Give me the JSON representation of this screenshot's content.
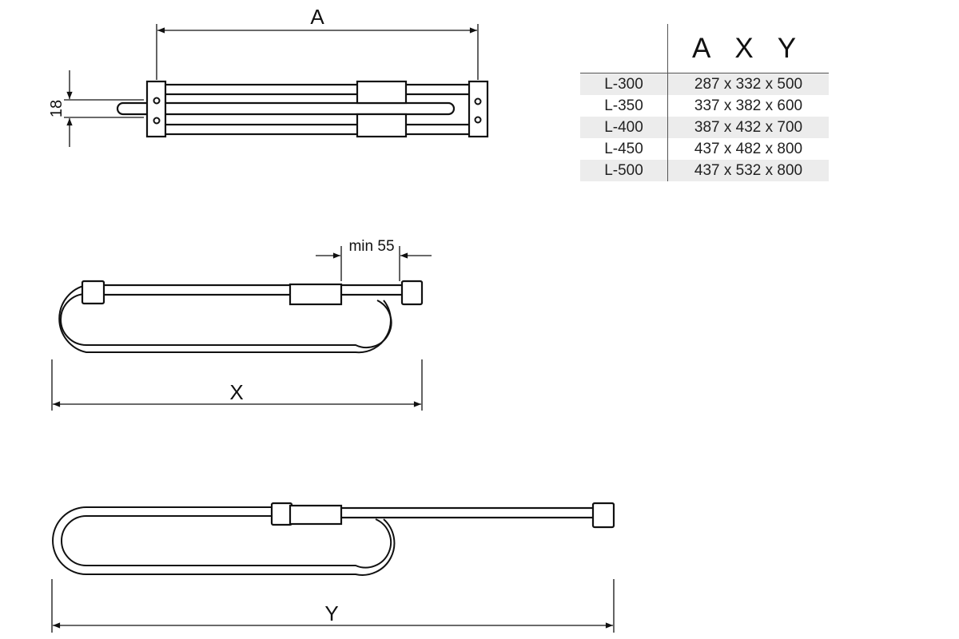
{
  "labels": {
    "a": "A",
    "x": "X",
    "y": "Y",
    "height": "18",
    "min_gap": "min 55"
  },
  "table": {
    "headers": [
      "A",
      "X",
      "Y"
    ],
    "rows": [
      {
        "model": "L-300",
        "dims": "287 x 332 x 500"
      },
      {
        "model": "L-350",
        "dims": "337 x 382 x 600"
      },
      {
        "model": "L-400",
        "dims": "387 x 432 x 700"
      },
      {
        "model": "L-450",
        "dims": "437 x 482 x 800"
      },
      {
        "model": "L-500",
        "dims": "437 x 532 x 800"
      }
    ]
  }
}
